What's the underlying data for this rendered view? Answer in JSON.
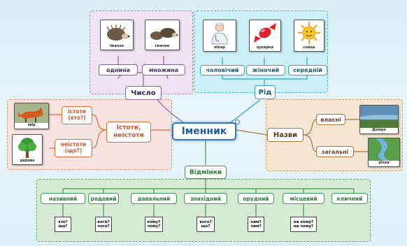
{
  "center": {
    "label": "Іменник"
  },
  "number": {
    "label": "Число",
    "items": [
      {
        "label": "однина",
        "picture": "їжачок"
      },
      {
        "label": "множина",
        "picture": "їжачки"
      }
    ]
  },
  "gender": {
    "label": "Рід",
    "items": [
      {
        "label": "чоловічий",
        "picture": "лікар"
      },
      {
        "label": "жіночий",
        "picture": "цукерка"
      },
      {
        "label": "середній",
        "picture": "сонце"
      }
    ]
  },
  "animacy": {
    "label": "Істоти, неістоти",
    "items": [
      {
        "label": "істоти (хто?)",
        "picture": "звір"
      },
      {
        "label": "неістоти (що?)",
        "picture": "дерево"
      }
    ]
  },
  "names": {
    "label": "Назви",
    "items": [
      {
        "label": "власні",
        "picture": "Дніпро"
      },
      {
        "label": "загальні",
        "picture": "річка"
      }
    ]
  },
  "cases": {
    "label": "Відмінки",
    "items": [
      {
        "label": "називний",
        "question": "хто? що?"
      },
      {
        "label": "родовий",
        "question": "кого? чого?"
      },
      {
        "label": "давальний",
        "question": "кому? чому?"
      },
      {
        "label": "знахідний",
        "question": "кого? що?"
      },
      {
        "label": "орудний",
        "question": "ким? чим?"
      },
      {
        "label": "місцевий",
        "question": "на кому? на чому?"
      },
      {
        "label": "кличний",
        "question": ""
      }
    ]
  },
  "colors": {
    "center": "#2f78c4",
    "number": "#8a5fa8",
    "gender": "#2aa6c9",
    "animacy": "#e2693a",
    "names": "#a8753f",
    "cases": "#3c9b4f"
  },
  "icons": [
    "hedgehog-icon",
    "hedgehogs-icon",
    "doctor-icon",
    "candy-icon",
    "sun-icon",
    "fox-icon",
    "tree-icon",
    "river-map-icon",
    "river-landscape-icon"
  ]
}
